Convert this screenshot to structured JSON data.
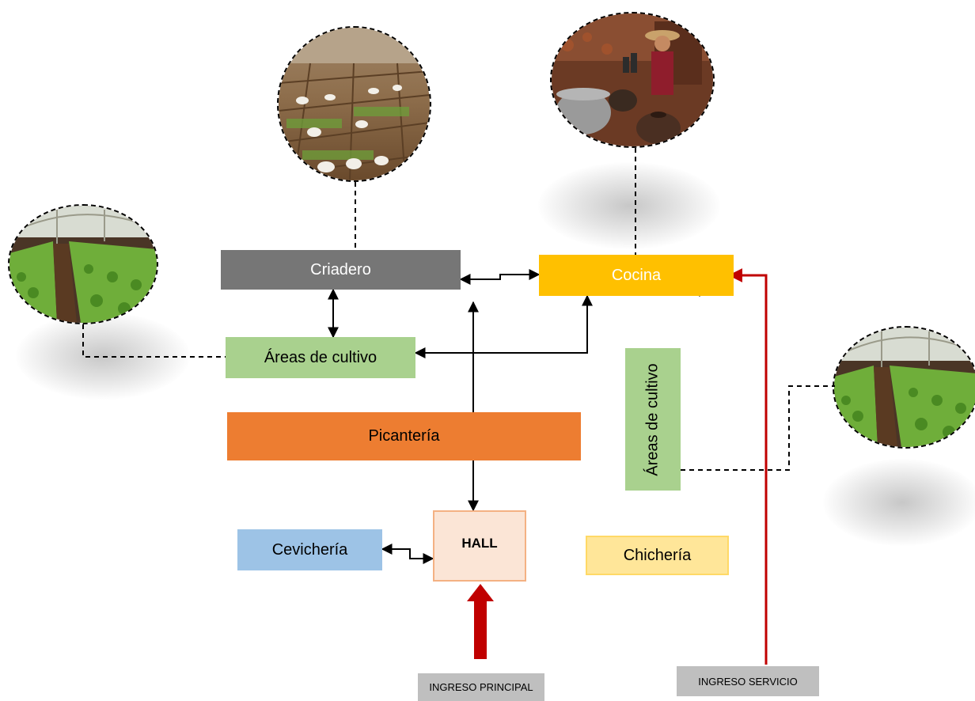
{
  "nodes": {
    "criadero": {
      "label": "Criadero",
      "color": "#767676"
    },
    "cocina": {
      "label": "Cocina",
      "color": "#FFC000"
    },
    "cultivo_left": {
      "label": "Áreas de cultivo",
      "color": "#A9D18E"
    },
    "cultivo_right": {
      "label": "Áreas de cultivo",
      "color": "#A9D18E"
    },
    "picanteria": {
      "label": "Picantería",
      "color": "#ED7D31"
    },
    "cevicheria": {
      "label": "Cevichería",
      "color": "#9DC3E6"
    },
    "hall": {
      "label": "HALL",
      "color": "#FBE5D6",
      "border": "#F4B183"
    },
    "chicheria": {
      "label": "Chichería",
      "color": "#FFE699",
      "border": "#FFD966"
    }
  },
  "entrances": {
    "principal": {
      "label": "INGRESO PRINCIPAL",
      "color": "#BFBFBF"
    },
    "servicio": {
      "label": "INGRESO SERVICIO",
      "color": "#BFBFBF"
    }
  },
  "photos": {
    "criadero": {
      "icon": "guinea-pig-farm-photo"
    },
    "cocina": {
      "icon": "traditional-kitchen-photo"
    },
    "cultivo_left": {
      "icon": "greenhouse-lettuce-photo"
    },
    "cultivo_right": {
      "icon": "greenhouse-lettuce-photo"
    }
  },
  "colors": {
    "entrance_arrow": "#C00000",
    "connector": "#000000"
  }
}
